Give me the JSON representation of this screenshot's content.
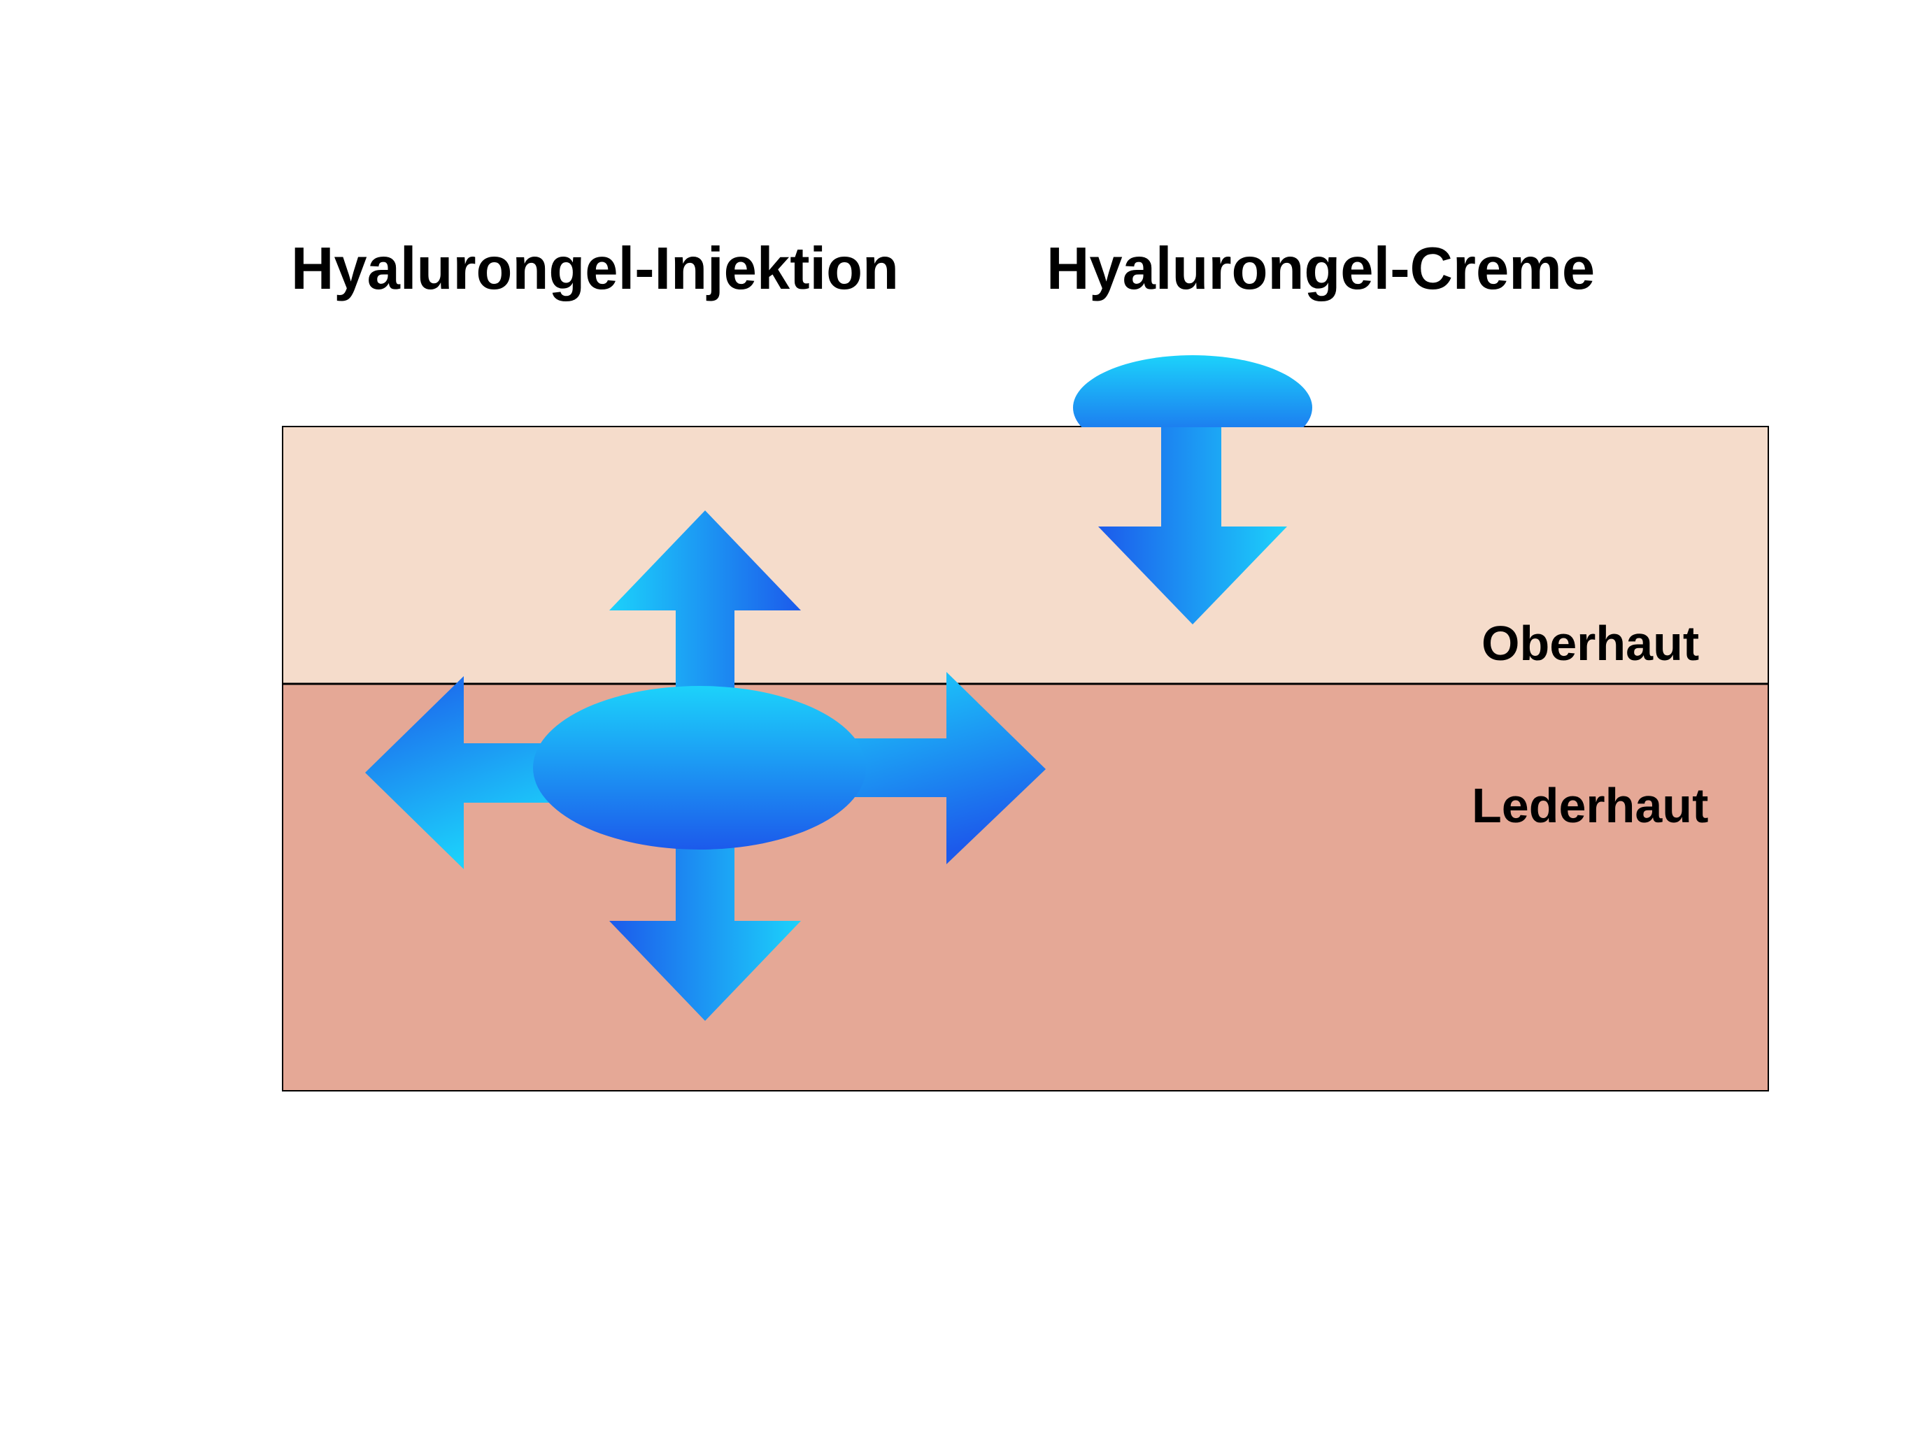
{
  "headings": {
    "injection": "Hyalurongel-Injektion",
    "cream": "Hyalurongel-Creme"
  },
  "layers": {
    "upper": "Oberhaut",
    "lower": "Lederhaut"
  },
  "colors": {
    "epidermis": "#f5dccb",
    "dermis": "#e5a896",
    "border": "#000000",
    "gel_light": "#1cd2fb",
    "gel_dark": "#1c5aeb"
  },
  "icons": {
    "injection_depot": "gel-blob-icon",
    "cream_depot": "gel-blob-icon",
    "spread_arrows": "arrow-icon",
    "cream_arrow": "arrow-down-icon"
  }
}
